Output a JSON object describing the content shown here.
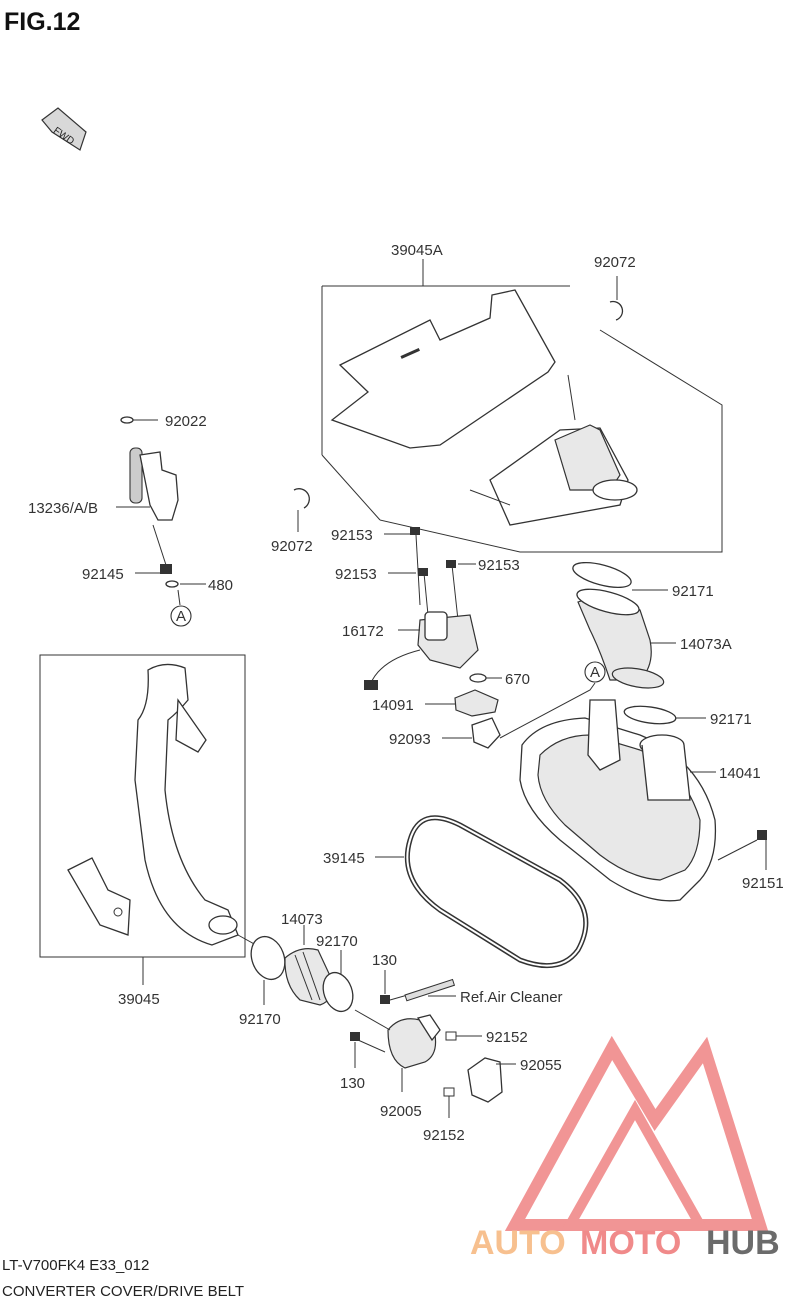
{
  "figure": {
    "title": "FIG.12",
    "fwd_marker": "FWD",
    "model_code": "LT-V700FK4 E33_012",
    "caption": "CONVERTER COVER/DRIVE BELT"
  },
  "watermark": {
    "brand_part1": "AUTO",
    "brand_part2": "MOTO",
    "brand_part3": "HUB",
    "color_light": "#f7c08f",
    "color_red": "#f08a8a",
    "color_dark": "#6b6b6b"
  },
  "labels": {
    "p39045A": "39045A",
    "p92072_top": "92072",
    "p92022": "92022",
    "p13236": "13236/A/B",
    "p92072_left": "92072",
    "p92153_a": "92153",
    "p92153_b": "92153",
    "p92153_c": "92153",
    "p92145": "92145",
    "p480": "480",
    "refA_1": "A",
    "p92171_a": "92171",
    "p16172": "16172",
    "p14073A": "14073A",
    "p670": "670",
    "refA_2": "A",
    "p14091": "14091",
    "p92171_b": "92171",
    "p92093": "92093",
    "p14041": "14041",
    "p39145": "39145",
    "p92151": "92151",
    "p14073": "14073",
    "p92170_a": "92170",
    "p130_a": "130",
    "ref_air": "Ref.Air Cleaner",
    "p39045": "39045",
    "p92170_b": "92170",
    "p92152_a": "92152",
    "p92055": "92055",
    "p130_b": "130",
    "p92005": "92005",
    "p92152_b": "92152"
  }
}
